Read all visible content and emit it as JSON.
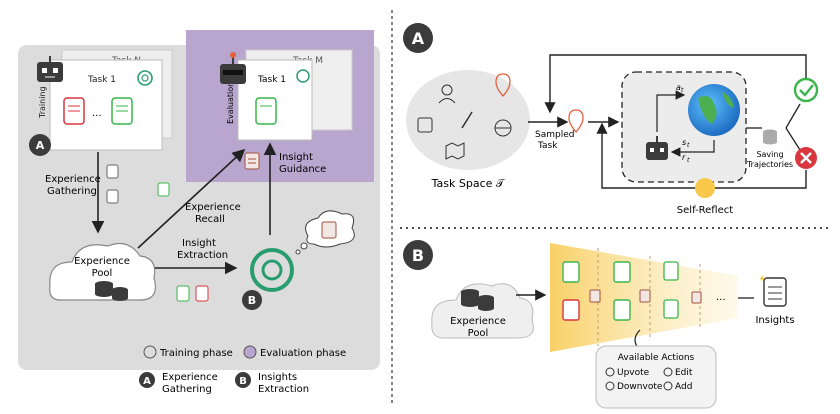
{
  "left_panel": {
    "task_n": "Task N",
    "task_1_training": "Task 1",
    "training_label": "Training",
    "task_m": "Task M",
    "task_1_evaluation": "Task 1",
    "evaluation_label": "Evaluation",
    "ellipsis": "...",
    "badge_a": "A",
    "badge_b": "B",
    "experience_gathering": [
      "Experience",
      "Gathering"
    ],
    "experience_recall": [
      "Experience",
      "Recall"
    ],
    "insight_guidance": [
      "Insight",
      "Guidance"
    ],
    "insight_extraction": [
      "Insight",
      "Extraction"
    ],
    "experience_pool": [
      "Experience",
      "Pool"
    ],
    "legend": {
      "training_phase": "Training phase",
      "evaluation_phase": "Evaluation phase",
      "a_label": [
        "Experience",
        "Gathering"
      ],
      "b_label": [
        "Insights",
        "Extraction"
      ]
    }
  },
  "right_panel": {
    "badge_a": "A",
    "badge_b": "B",
    "task_space": "Task Space 𝒯",
    "sampled_task": [
      "Sampled",
      "Task"
    ],
    "symbols": {
      "a": "a",
      "a_sub": "t",
      "s": "s",
      "s_sub": "t",
      "r": "r",
      "r_sub": "t"
    },
    "saving_trajectories": [
      "Saving",
      "Trajectories"
    ],
    "self_reflect": "Self-Reflect",
    "experience_pool": [
      "Experience",
      "Pool"
    ],
    "ellipsis": "...",
    "insights": "Insights",
    "available_actions": {
      "title": "Available Actions",
      "upvote": "Upvote",
      "edit": "Edit",
      "downvote": "Downvote",
      "add": "Add"
    }
  },
  "colors": {
    "gray_panel": "#d9d9d9",
    "purple_panel": "#b9a6cf",
    "success_green": "#3ab54a",
    "fail_red": "#d9363e",
    "gpt_green": "#2a9d70",
    "badge_dark": "#3b3b3b",
    "gradient_start": "#f7c84a"
  }
}
